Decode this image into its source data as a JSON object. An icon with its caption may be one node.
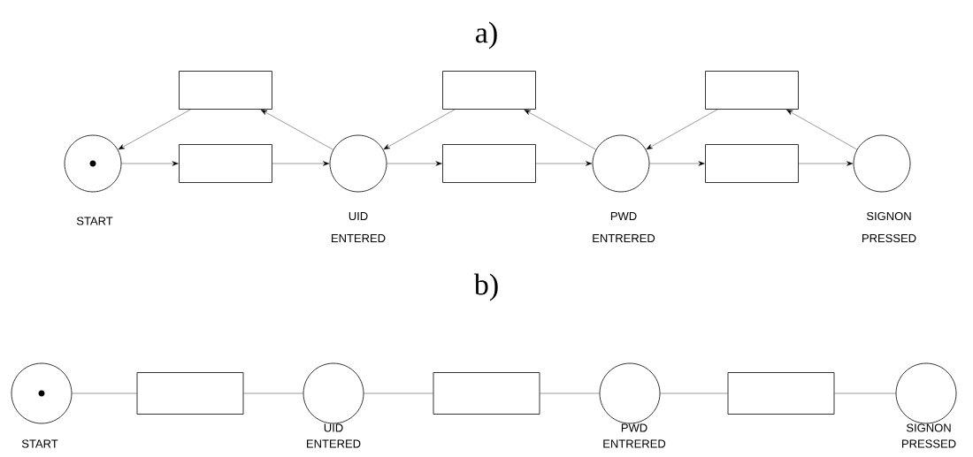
{
  "diagram": {
    "nodes": [
      {
        "text": [],
        "shape": "circle",
        "beside": [
          "START"
        ]
      },
      {
        "text": [],
        "shape": "circle",
        "beside": [
          "UID ENTERED"
        ]
      },
      {
        "text": [],
        "shape": "circle",
        "beside": [
          "PWD ENTRERED"
        ]
      },
      {
        "text": [],
        "shape": "circle",
        "beside": [
          "SIGNON PRESSED"
        ]
      },
      {
        "text": [],
        "shape": "box"
      },
      {
        "text": [],
        "shape": "box"
      },
      {
        "text": [],
        "shape": "box"
      },
      {
        "text": [],
        "shape": "box"
      },
      {
        "text": [],
        "shape": "box"
      },
      {
        "text": [],
        "shape": "box"
      },
      {
        "text": [],
        "shape": "circle",
        "beside": [
          "START"
        ]
      },
      {
        "text": [],
        "shape": "circle",
        "beside": [
          "UID ENTERED"
        ]
      },
      {
        "text": [],
        "shape": "circle",
        "beside": [
          "PWD ENTRERED"
        ]
      },
      {
        "text": [],
        "shape": "circle",
        "beside": [
          "SIGNON PRESSED"
        ]
      },
      {
        "text": [],
        "shape": "box"
      },
      {
        "text": [],
        "shape": "box"
      },
      {
        "text": [],
        "shape": "box"
      }
    ],
    "edges": [
      {
        "from": 0,
        "to": 7,
        "arrow": "to"
      },
      {
        "from": 7,
        "to": 1,
        "arrow": "to"
      },
      {
        "from": 1,
        "to": 4,
        "arrow": "to"
      },
      {
        "from": 4,
        "to": 0,
        "arrow": "to"
      },
      {
        "from": 1,
        "to": 8,
        "arrow": "to"
      },
      {
        "from": 8,
        "to": 2,
        "arrow": "to"
      },
      {
        "from": 2,
        "to": 5,
        "arrow": "to"
      },
      {
        "from": 5,
        "to": 1,
        "arrow": "to"
      },
      {
        "from": 2,
        "to": 9,
        "arrow": "to"
      },
      {
        "from": 9,
        "to": 3,
        "arrow": "to"
      },
      {
        "from": 3,
        "to": 6,
        "arrow": "to"
      },
      {
        "from": 6,
        "to": 2,
        "arrow": "to"
      },
      {
        "from": 10,
        "to": 14,
        "arrow": "none"
      },
      {
        "from": 14,
        "to": 11,
        "arrow": "none"
      },
      {
        "from": 11,
        "to": 15,
        "arrow": "none"
      },
      {
        "from": 15,
        "to": 12,
        "arrow": "none"
      },
      {
        "from": 12,
        "to": 16,
        "arrow": "none"
      },
      {
        "from": 16,
        "to": 13,
        "arrow": "none"
      }
    ],
    "labels": [
      "a)",
      "b)"
    ]
  }
}
